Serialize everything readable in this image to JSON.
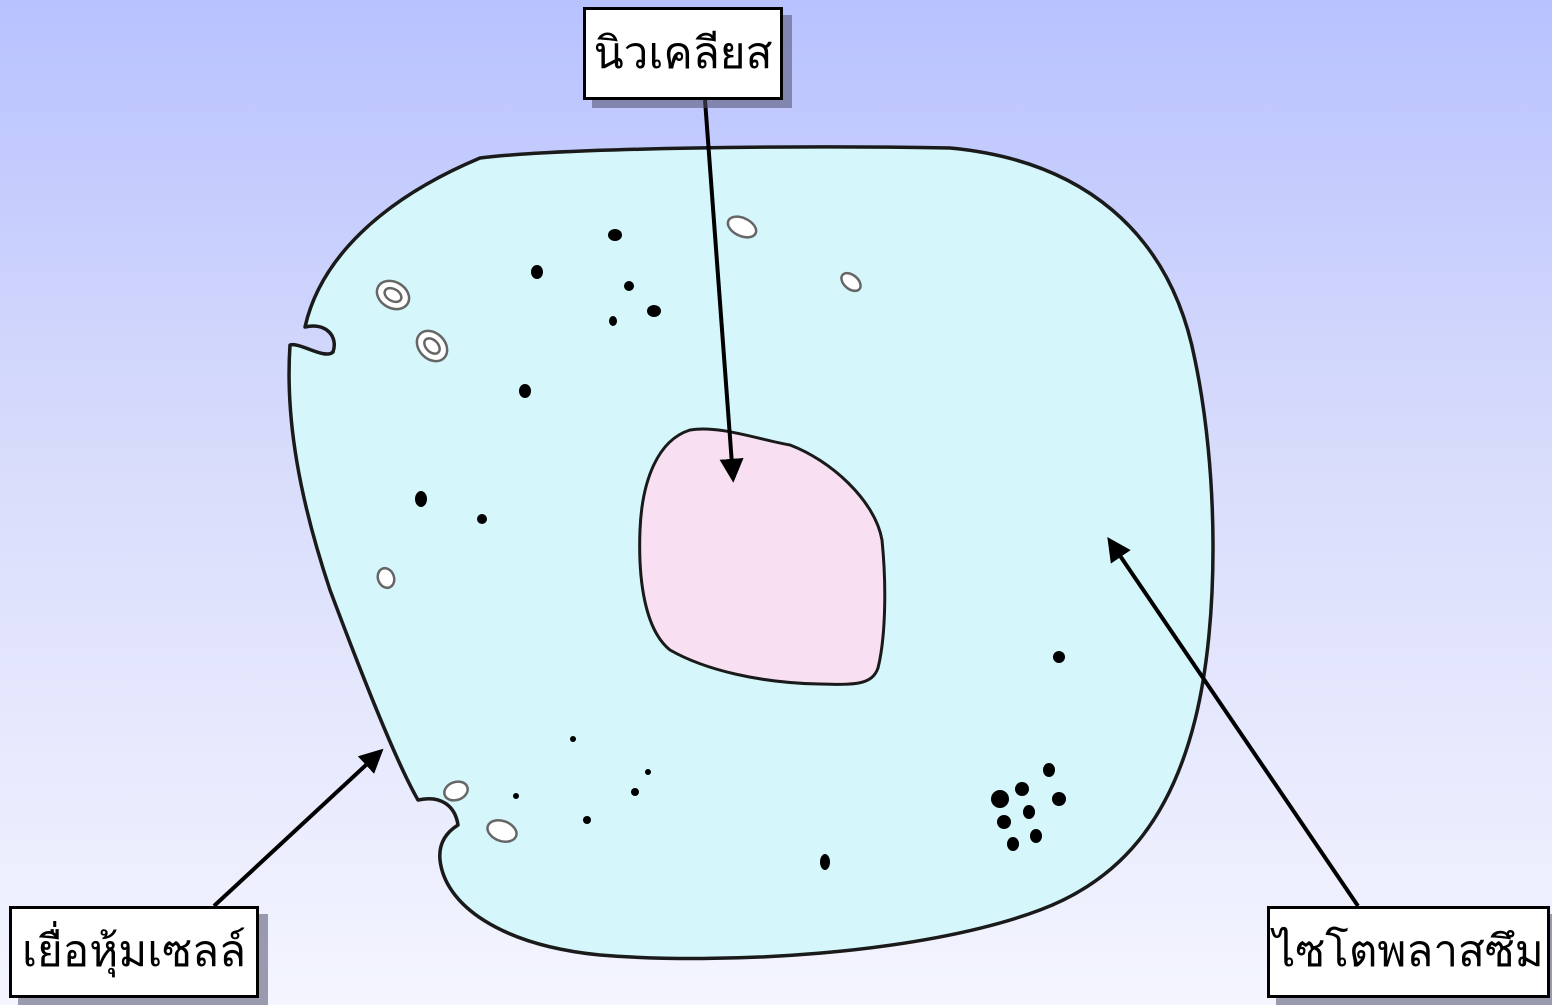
{
  "diagram": {
    "colors": {
      "background_top": "#b8c2ff",
      "background_bottom": "#f4f5ff",
      "cell_fill": "#d5f7fb",
      "nucleus_fill": "#f8e0f2",
      "outline": "#1a1a1a"
    },
    "labels": {
      "nucleus": "นิวเคลียส",
      "cell_membrane": "เยื่อหุ้มเซลล์",
      "cytoplasm": "ไซโตพลาสซึม"
    }
  }
}
